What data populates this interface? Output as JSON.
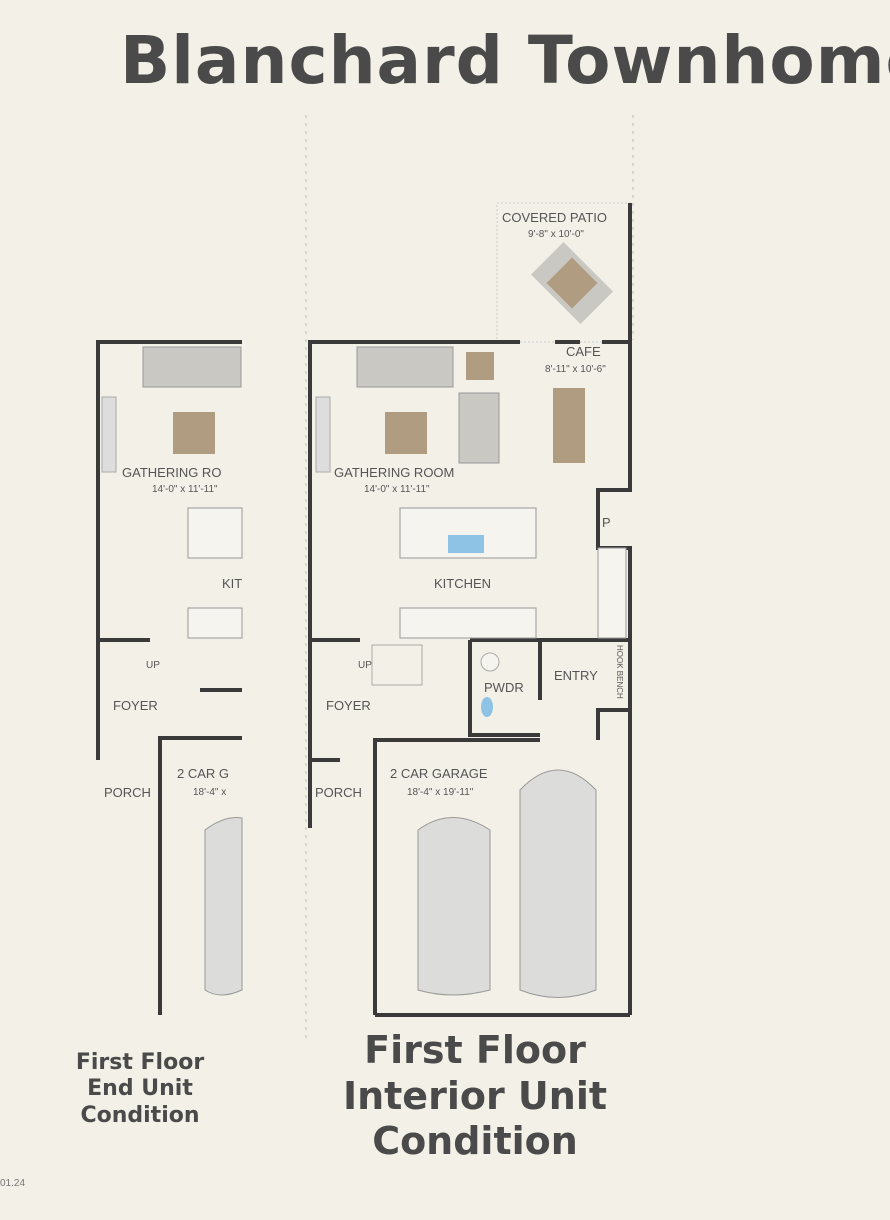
{
  "title": "Blanchard Townhome",
  "interior_unit": {
    "covered_patio": {
      "name": "COVERED PATIO",
      "dims": "9'-8\" x 10'-0\""
    },
    "cafe": {
      "name": "CAFE",
      "dims": "8'-11\" x 10'-6\""
    },
    "gathering_room": {
      "name": "GATHERING ROOM",
      "dims": "14'-0\" x 11'-11\""
    },
    "kitchen": {
      "name": "KITCHEN"
    },
    "pantry": {
      "name": "P"
    },
    "foyer": {
      "name": "FOYER"
    },
    "stairs": {
      "name": "UP"
    },
    "powder": {
      "name": "PWDR"
    },
    "entry": {
      "name": "ENTRY"
    },
    "bench": {
      "name": "HOOK BENCH"
    },
    "porch": {
      "name": "PORCH"
    },
    "garage": {
      "name": "2 CAR GARAGE",
      "dims": "18'-4\" x 19'-11\""
    }
  },
  "end_unit": {
    "gathering_room": {
      "name": "GATHERING RO",
      "dims": "14'-0\" x 11'-11\""
    },
    "kitchen": {
      "name": "KIT"
    },
    "stairs": {
      "name": "UP"
    },
    "foyer": {
      "name": "FOYER"
    },
    "porch": {
      "name": "PORCH"
    },
    "garage": {
      "name": "2 CAR G",
      "dims": "18'-4\" x"
    }
  },
  "captions": {
    "end_unit": [
      "First Floor",
      "End Unit",
      "Condition"
    ],
    "interior_unit": [
      "First Floor",
      "Interior Unit",
      "Condition"
    ]
  },
  "revision": "01.24",
  "colors": {
    "background": "#f3f0e7",
    "wall": "#3a3a3a",
    "furniture": "#c9c8c3",
    "table": "#b09c80",
    "sink": "#8fc3e6"
  }
}
